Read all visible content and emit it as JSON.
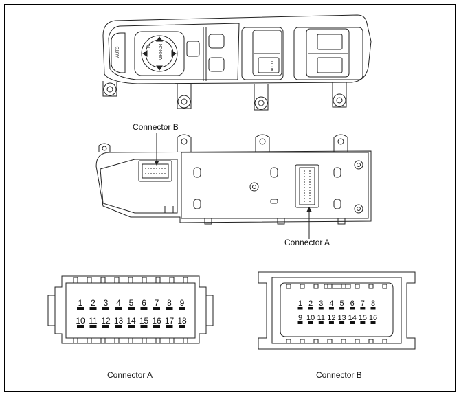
{
  "labels": {
    "connector_b_top": "Connector B",
    "connector_a_mid": "Connector A",
    "caption_a": "Connector A",
    "caption_b": "Connector B"
  },
  "switch_text": {
    "auto_left": "AUTO",
    "mirror": "MIRROR",
    "auto_right": "AUTO",
    "r_mark": "R"
  },
  "connector_a_pins": {
    "row1": [
      "1",
      "2",
      "3",
      "4",
      "5",
      "6",
      "7",
      "8",
      "9"
    ],
    "row2": [
      "10",
      "11",
      "12",
      "13",
      "14",
      "15",
      "16",
      "17",
      "18"
    ]
  },
  "connector_b_pins": {
    "row1": [
      "1",
      "2",
      "3",
      "4",
      "5",
      "6",
      "7",
      "8"
    ],
    "row2": [
      "9",
      "10",
      "11",
      "12",
      "13",
      "14",
      "15",
      "16"
    ]
  }
}
